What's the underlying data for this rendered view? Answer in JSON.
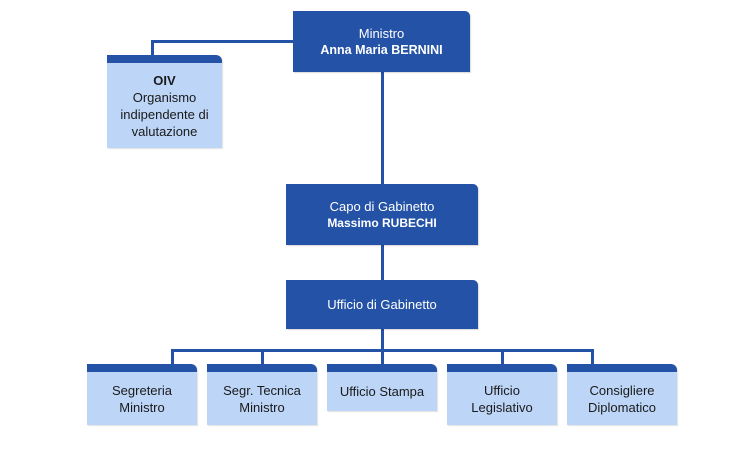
{
  "colors": {
    "dark_box": "#2352a6",
    "light_box": "#bdd5f7",
    "connector": "#2352a6"
  },
  "ministro": {
    "role": "Ministro",
    "name": "Anna Maria BERNINI"
  },
  "oiv": {
    "acronym": "OIV",
    "line1": "Organismo",
    "line2": "indipendente di",
    "line3": "valutazione"
  },
  "capo_gabinetto": {
    "role": "Capo di Gabinetto",
    "name": "Massimo RUBECHI"
  },
  "ufficio_gabinetto": {
    "label": "Ufficio di Gabinetto"
  },
  "offices": [
    {
      "line1": "Segreteria",
      "line2": "Ministro"
    },
    {
      "line1": "Segr. Tecnica",
      "line2": "Ministro"
    },
    {
      "line1": "Ufficio Stampa",
      "line2": ""
    },
    {
      "line1": "Ufficio",
      "line2": "Legislativo"
    },
    {
      "line1": "Consigliere",
      "line2": "Diplomatico"
    }
  ]
}
